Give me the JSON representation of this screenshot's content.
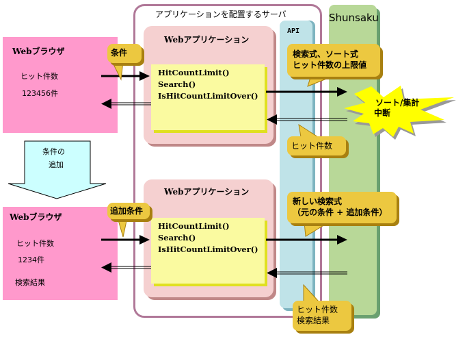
{
  "server": {
    "title": "アプリケーションを配置するサーバ"
  },
  "api": {
    "label": "API"
  },
  "shunsaku": {
    "label": "Shunsaku"
  },
  "top": {
    "browser": {
      "title": "Webブラウザ",
      "hit_label": "ヒット件数",
      "hit_count": "123456件"
    },
    "condition_bubble": "条件",
    "webapp": {
      "title": "Webアプリケーション",
      "methods": [
        "HitCountLimit()",
        "Search()",
        "IsHitCountLimitOver()"
      ]
    },
    "request_bubble": [
      "検索式、ソート式",
      "ヒット件数の上限値"
    ],
    "response_bubble": "ヒット件数",
    "burst": [
      "ソート/集計",
      "中断"
    ]
  },
  "transition": {
    "label_line1": "条件の",
    "label_line2": "追加"
  },
  "bottom": {
    "browser": {
      "title": "Webブラウザ",
      "hit_label": "ヒット件数",
      "hit_count": "1234件",
      "results_label": "検索結果"
    },
    "condition_bubble": "追加条件",
    "webapp": {
      "title": "Webアプリケーション",
      "methods": [
        "HitCountLimit()",
        "Search()",
        "IsHitCountLimitOver()"
      ]
    },
    "request_bubble": [
      "新しい検索式",
      "（元の条件 + 追加条件）"
    ],
    "response_bubble": [
      "ヒット件数",
      "検索結果"
    ]
  },
  "colors": {
    "browser": "#ff99cc",
    "webapp": "#f5d0d0",
    "methods": "#fafaa0",
    "api": "#bfe3e8",
    "shunsaku": "#b8d898",
    "bubble": "#ecc840",
    "burst": "#ffff00",
    "server_border": "#b07898",
    "transition_arrow": "#ccffff"
  }
}
